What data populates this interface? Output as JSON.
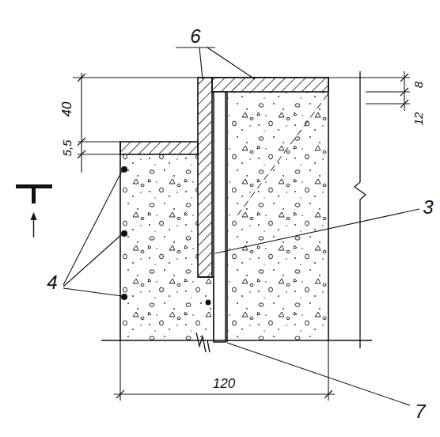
{
  "diagram": {
    "labels": [
      "6",
      "40",
      "5,5",
      "8",
      "12",
      "3",
      "4",
      "7",
      "120"
    ]
  }
}
